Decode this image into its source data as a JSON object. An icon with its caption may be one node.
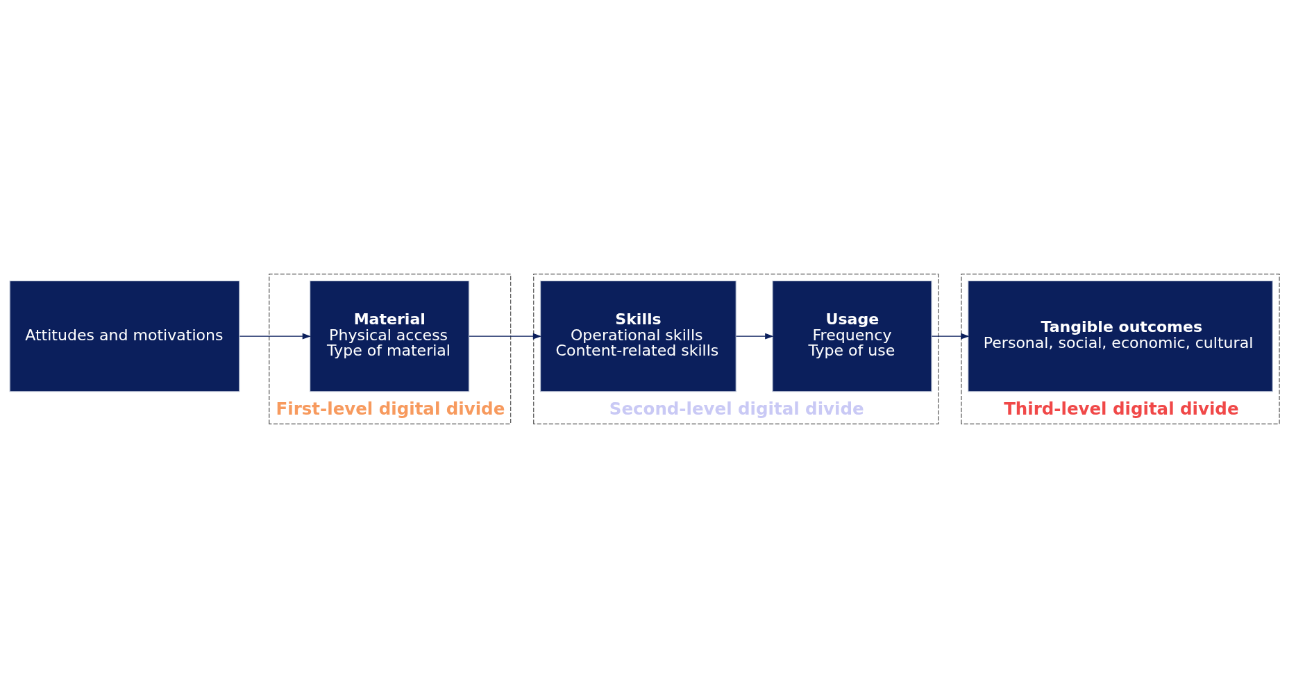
{
  "diagram": {
    "nodes": [
      {
        "text": [
          "Attitudes and motivations"
        ]
      },
      {
        "text": [
          "First-level digital divide"
        ]
      },
      {
        "text": [
          "Material",
          "Physical access",
          "Type of material"
        ],
        "in": 1
      },
      {
        "text": [
          "Second-level digital divide"
        ]
      },
      {
        "text": [
          "Skills",
          "Operational skills",
          "Content-related skills"
        ],
        "in": 3
      },
      {
        "text": [
          "Usage",
          "Frequency",
          "Type of use"
        ],
        "in": 3
      },
      {
        "text": [
          "Third-level digital divide"
        ]
      },
      {
        "text": [
          "Tangible outcomes",
          "Personal, social, economic, cultural"
        ],
        "in": 6
      }
    ],
    "edges": [
      {
        "from": 0,
        "to": 2,
        "arrow": "to"
      },
      {
        "from": 2,
        "to": 4,
        "arrow": "to"
      },
      {
        "from": 4,
        "to": 5,
        "arrow": "to"
      },
      {
        "from": 5,
        "to": 7,
        "arrow": "to"
      }
    ]
  }
}
